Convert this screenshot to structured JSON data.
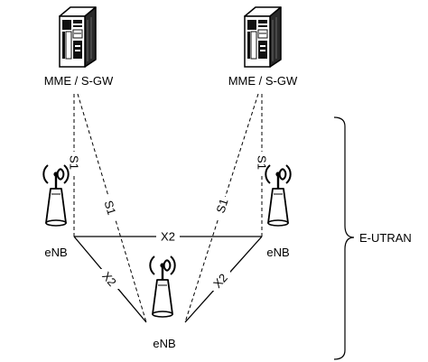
{
  "nodes": {
    "mme_left": {
      "label": "MME / S-GW",
      "icon": "server-icon"
    },
    "mme_right": {
      "label": "MME / S-GW",
      "icon": "server-icon"
    },
    "enb_left": {
      "label": "eNB",
      "icon": "antenna-tower-icon"
    },
    "enb_right": {
      "label": "eNB",
      "icon": "antenna-tower-icon"
    },
    "enb_bottom": {
      "label": "eNB",
      "icon": "antenna-tower-icon"
    }
  },
  "links": {
    "s1_left_vertical": {
      "label": "S1",
      "style": "dashed"
    },
    "s1_left_diagonal": {
      "label": "S1",
      "style": "dashed"
    },
    "s1_right_diagonal": {
      "label": "S1",
      "style": "dashed"
    },
    "s1_right_vertical": {
      "label": "S1",
      "style": "dashed"
    },
    "x2_top": {
      "label": "X2",
      "style": "solid"
    },
    "x2_left": {
      "label": "X2",
      "style": "solid"
    },
    "x2_right": {
      "label": "X2",
      "style": "solid"
    }
  },
  "region": {
    "label": "E-UTRAN",
    "icon": "curly-brace-icon"
  },
  "colors": {
    "stroke": "#000000",
    "fill": "#ffffff",
    "dark": "#111111"
  }
}
